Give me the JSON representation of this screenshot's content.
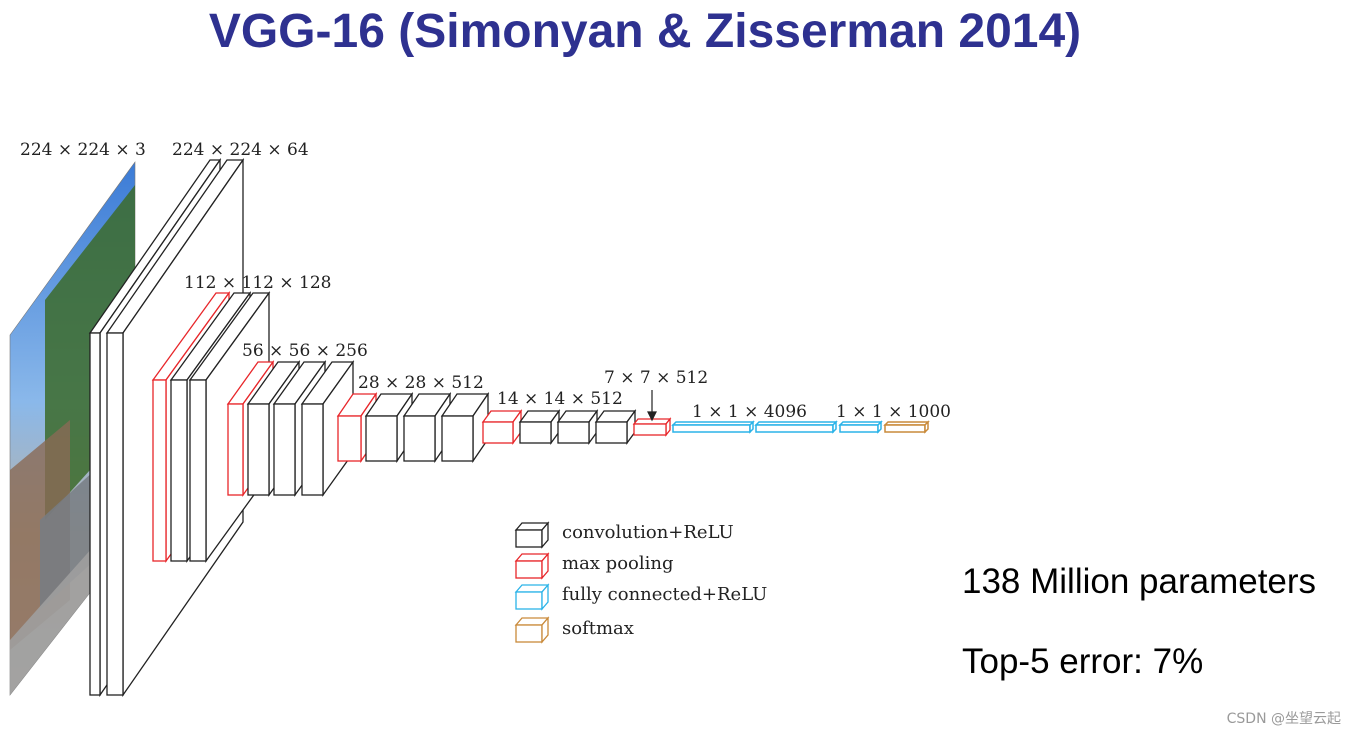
{
  "title": "VGG-16 (Simonyan & Zisserman 2014)",
  "colors": {
    "title": "#2e3190",
    "conv": "#222222",
    "pool": "#e8262a",
    "fc": "#2bb3e8",
    "softmax": "#c98a3a"
  },
  "dimensions": {
    "input": "224 × 224 × 3",
    "stage1": "224 × 224 × 64",
    "stage2": "112 × 112 × 128",
    "stage3": "56 × 56 × 256",
    "stage4": "28 × 28 × 512",
    "stage5": "14 × 14 × 512",
    "pool5": "7 × 7 × 512",
    "fc": "1 × 1 × 4096",
    "output": "1 × 1 × 1000"
  },
  "legend": {
    "conv": "convolution+ReLU",
    "pool": "max pooling",
    "fc": "fully connected+ReLU",
    "softmax": "softmax"
  },
  "stats": {
    "params": "138 Million parameters",
    "error": "Top-5 error:  7%"
  },
  "watermark": "CSDN @坐望云起"
}
